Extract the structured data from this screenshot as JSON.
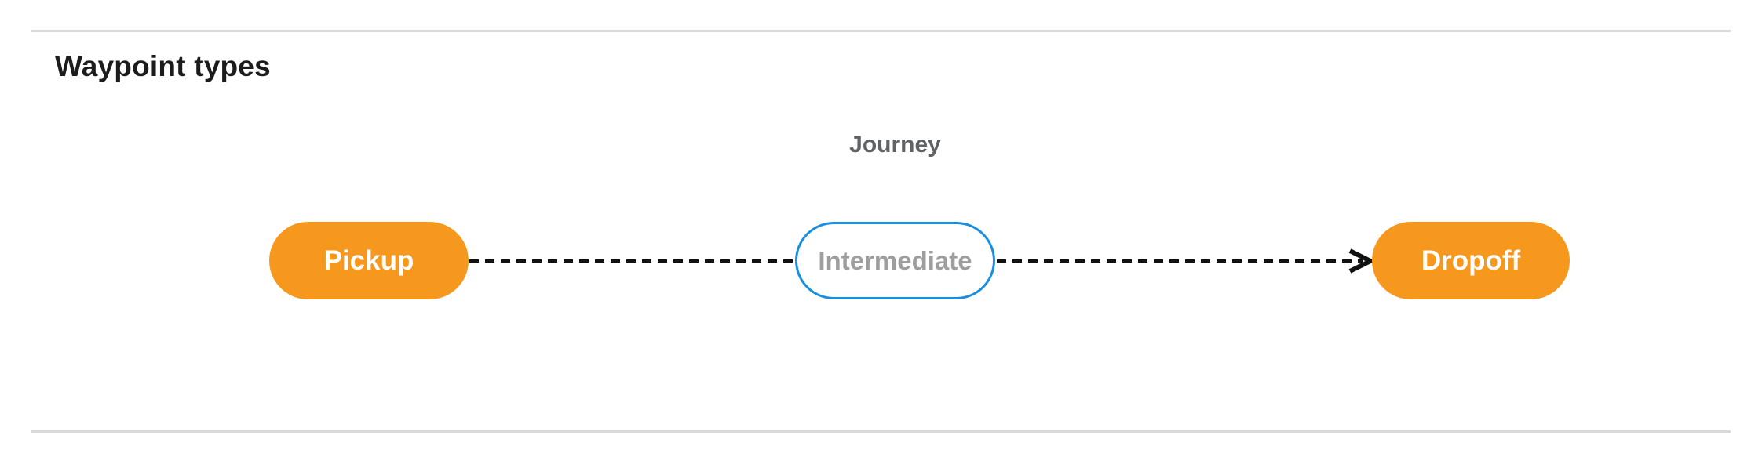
{
  "page": {
    "title": "Waypoint types"
  },
  "diagram": {
    "label": "Journey",
    "nodes": [
      {
        "id": "pickup",
        "label": "Pickup",
        "kind": "terminal"
      },
      {
        "id": "intermediate",
        "label": "Intermediate",
        "kind": "intermediate"
      },
      {
        "id": "dropoff",
        "label": "Dropoff",
        "kind": "terminal"
      }
    ],
    "edges": [
      {
        "from": "pickup",
        "to": "intermediate",
        "style": "dashed",
        "arrowhead": false
      },
      {
        "from": "intermediate",
        "to": "dropoff",
        "style": "dashed",
        "arrowhead": true
      }
    ],
    "colors": {
      "terminal_fill": "#F6981E",
      "terminal_text": "#FFFFFF",
      "intermediate_border": "#1A8FE0",
      "intermediate_text": "#9E9E9E",
      "edge_stroke": "#111111",
      "label_text": "#5F6368",
      "title_text": "#1C1C1C",
      "divider": "#D9D9D9",
      "background": "#FFFFFF"
    }
  }
}
